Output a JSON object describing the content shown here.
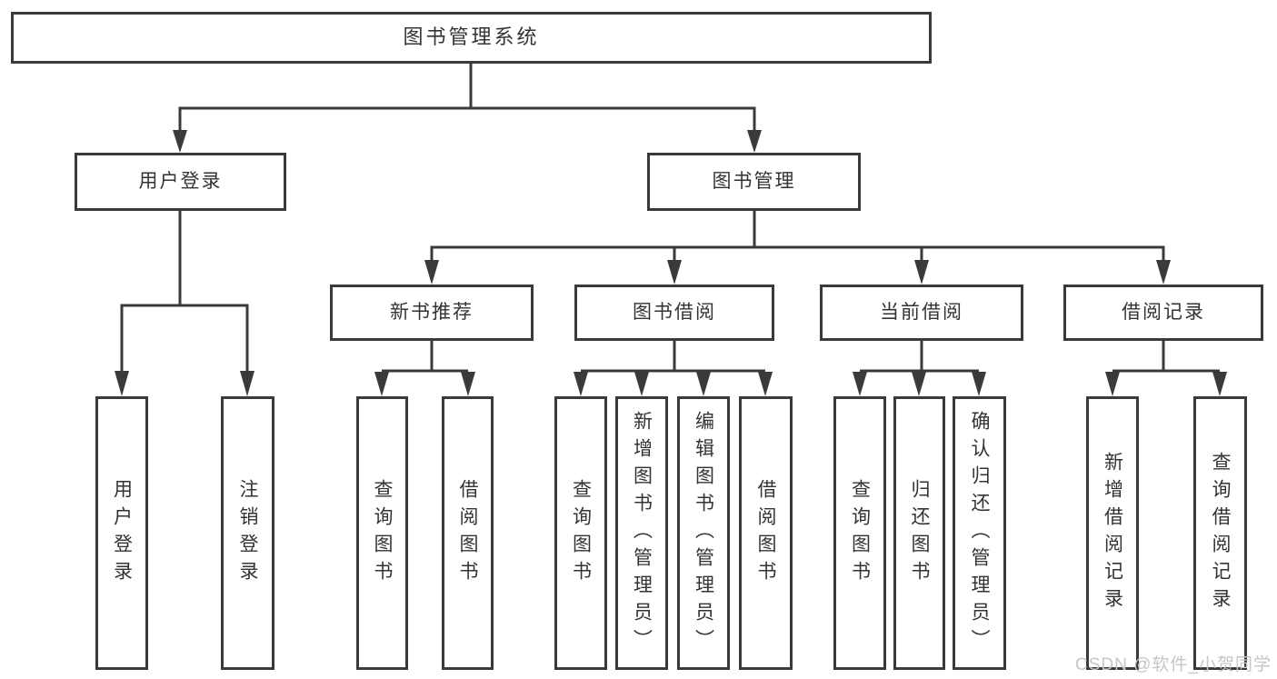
{
  "diagram": {
    "root": {
      "label": "图书管理系统"
    },
    "level2": [
      {
        "label": "用户登录"
      },
      {
        "label": "图书管理"
      }
    ],
    "level3": [
      {
        "label": "新书推荐"
      },
      {
        "label": "图书借阅"
      },
      {
        "label": "当前借阅"
      },
      {
        "label": "借阅记录"
      }
    ],
    "leaves": {
      "user_login": [
        {
          "label": "用户登录"
        },
        {
          "label": "注销登录"
        }
      ],
      "new_book_recommend": [
        {
          "label": "查询图书"
        },
        {
          "label": "借阅图书"
        }
      ],
      "book_borrow": [
        {
          "label": "查询图书"
        },
        {
          "label": "新增图书（管理员）"
        },
        {
          "label": "编辑图书（管理员）"
        },
        {
          "label": "借阅图书"
        }
      ],
      "current_borrow": [
        {
          "label": "查询图书"
        },
        {
          "label": "归还图书"
        },
        {
          "label": "确认归还（管理员）"
        }
      ],
      "borrow_record": [
        {
          "label": "新增借阅记录"
        },
        {
          "label": "查询借阅记录"
        }
      ]
    }
  },
  "watermark": {
    "text": "CSDN @软件_小贺同学"
  },
  "colors": {
    "line": "#3a3a3a",
    "box_border": "#3a3a3a",
    "box_fill": "#ffffff",
    "text": "#333333",
    "watermark": "#c6c6ca"
  }
}
